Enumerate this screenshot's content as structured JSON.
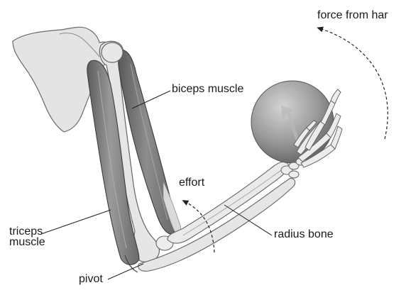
{
  "labels": {
    "force_from_hand": "force from har",
    "biceps_muscle": "biceps muscle",
    "effort": "effort",
    "radius_bone": "radius bone",
    "triceps_muscle": "triceps\nmuscle",
    "pivot": "pivot"
  },
  "colors": {
    "bone_fill": "#e6e6e6",
    "bone_stroke": "#555555",
    "muscle_dark": "#6f6f6f",
    "muscle_mid": "#9a9a9a",
    "muscle_light": "#c8c8c8",
    "ball_light": "#c9c9c9",
    "ball_dark": "#6e6e6e",
    "arrow": "#222222",
    "leader_line": "#222222"
  },
  "icons": {
    "force_arrow": "curved-dashed-arrow",
    "effort_arrow": "curved-dashed-arrow"
  }
}
